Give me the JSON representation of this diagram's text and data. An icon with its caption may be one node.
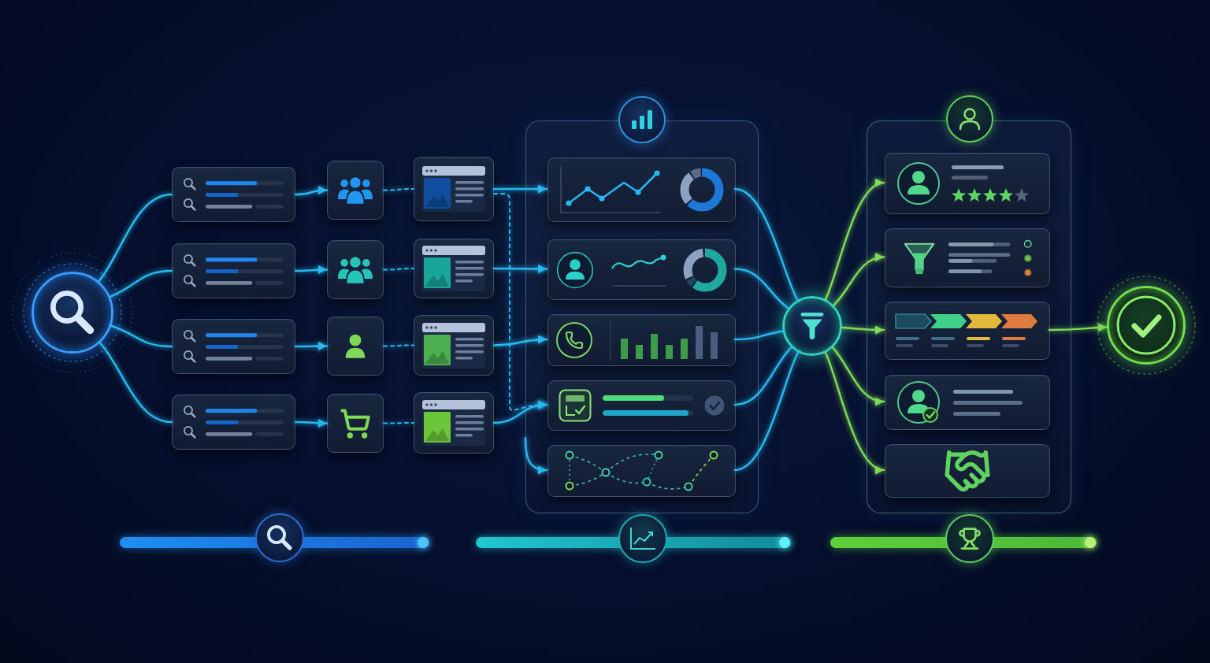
{
  "diagram": {
    "nodes": [
      {
        "text": [],
        "shape": "circle"
      },
      {
        "text": [],
        "shape": "box"
      },
      {
        "text": [],
        "shape": "box"
      },
      {
        "text": [],
        "shape": "box"
      },
      {
        "text": [],
        "shape": "box"
      },
      {
        "text": [],
        "shape": "box"
      },
      {
        "text": [],
        "shape": "box"
      },
      {
        "text": [],
        "shape": "box"
      },
      {
        "text": [],
        "shape": "box"
      },
      {
        "text": [],
        "shape": "box"
      },
      {
        "text": [],
        "shape": "box"
      },
      {
        "text": [],
        "shape": "box"
      },
      {
        "text": [],
        "shape": "box"
      },
      {
        "text": [],
        "shape": "box"
      },
      {
        "text": [],
        "shape": "box",
        "in": 13
      },
      {
        "text": [],
        "shape": "box",
        "in": 13
      },
      {
        "text": [],
        "shape": "box",
        "in": 13
      },
      {
        "text": [],
        "shape": "box",
        "in": 13
      },
      {
        "text": [],
        "shape": "box",
        "in": 13
      },
      {
        "text": [],
        "shape": "circle"
      },
      {
        "text": [],
        "shape": "box"
      },
      {
        "text": [],
        "shape": "box",
        "in": 20
      },
      {
        "text": [],
        "shape": "box",
        "in": 20
      },
      {
        "text": [],
        "shape": "box",
        "in": 20
      },
      {
        "text": [],
        "shape": "box",
        "in": 20
      },
      {
        "text": [],
        "shape": "box",
        "in": 20
      },
      {
        "text": [],
        "shape": "circle"
      }
    ],
    "edges": [
      {
        "from": 0,
        "to": 1,
        "arrow": "none"
      },
      {
        "from": 0,
        "to": 2,
        "arrow": "none"
      },
      {
        "from": 0,
        "to": 3,
        "arrow": "none"
      },
      {
        "from": 0,
        "to": 4,
        "arrow": "none"
      },
      {
        "from": 1,
        "to": 5,
        "arrow": "to"
      },
      {
        "from": 2,
        "to": 6,
        "arrow": "to"
      },
      {
        "from": 3,
        "to": 7,
        "arrow": "to"
      },
      {
        "from": 4,
        "to": 8,
        "arrow": "to"
      },
      {
        "from": 5,
        "to": 9,
        "arrow": "none",
        "style": "dashed"
      },
      {
        "from": 6,
        "to": 10,
        "arrow": "none",
        "style": "dashed"
      },
      {
        "from": 7,
        "to": 11,
        "arrow": "none",
        "style": "dashed"
      },
      {
        "from": 8,
        "to": 12,
        "arrow": "none",
        "style": "dashed"
      },
      {
        "from": 9,
        "to": 14,
        "arrow": "to"
      },
      {
        "from": 10,
        "to": 15,
        "arrow": "to"
      },
      {
        "from": 11,
        "to": 16,
        "arrow": "to"
      },
      {
        "from": 12,
        "to": 17,
        "arrow": "to"
      },
      {
        "from": 9,
        "to": 17,
        "arrow": "to",
        "style": "dashed"
      },
      {
        "from": null,
        "to": 18,
        "arrow": "to"
      },
      {
        "from": 14,
        "to": 19,
        "arrow": "none"
      },
      {
        "from": 15,
        "to": 19,
        "arrow": "none"
      },
      {
        "from": 16,
        "to": 19,
        "arrow": "none"
      },
      {
        "from": 17,
        "to": 19,
        "arrow": "none"
      },
      {
        "from": 18,
        "to": 19,
        "arrow": "none"
      },
      {
        "from": 19,
        "to": 21,
        "arrow": "to",
        "color": "#7ed957"
      },
      {
        "from": 19,
        "to": 22,
        "arrow": "to",
        "color": "#7ed957"
      },
      {
        "from": 19,
        "to": 23,
        "arrow": "to",
        "color": "#7ed957"
      },
      {
        "from": 19,
        "to": 24,
        "arrow": "to",
        "color": "#7ed957"
      },
      {
        "from": 19,
        "to": 25,
        "arrow": "to",
        "color": "#7ed957"
      },
      {
        "from": 23,
        "to": 26,
        "arrow": "to",
        "color": "#7ed957"
      }
    ]
  }
}
